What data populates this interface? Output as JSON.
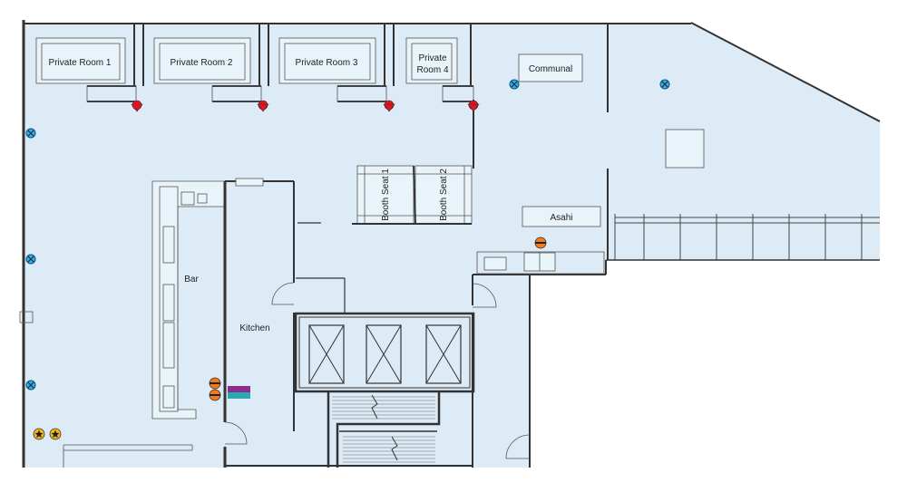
{
  "colors": {
    "floor": "#dcebf5",
    "wall": "#333333",
    "marker_red": "#e0141e",
    "marker_blue": "#2ab4e8",
    "marker_orange": "#f07b1a",
    "marker_yellow": "#f5b81c",
    "marker_purple": "#8b2c8f",
    "marker_teal": "#2aa9b2"
  },
  "rooms": {
    "private_room_1": "Private Room 1",
    "private_room_2": "Private Room 2",
    "private_room_3": "Private Room 3",
    "private_room_4_line1": "Private",
    "private_room_4_line2": "Room 4",
    "communal": "Communal",
    "booth_seat_1": "Booth Seat 1",
    "booth_seat_2": "Booth Seat 2",
    "asahi": "Asahi",
    "bar": "Bar",
    "kitchen": "Kitchen"
  },
  "markers": {
    "red": "red-location-marker",
    "blue": "blue-x-marker",
    "orange": "orange-striped-marker",
    "yellow": "yellow-star-marker",
    "purple": "purple-bar-marker",
    "teal": "teal-bar-marker"
  }
}
